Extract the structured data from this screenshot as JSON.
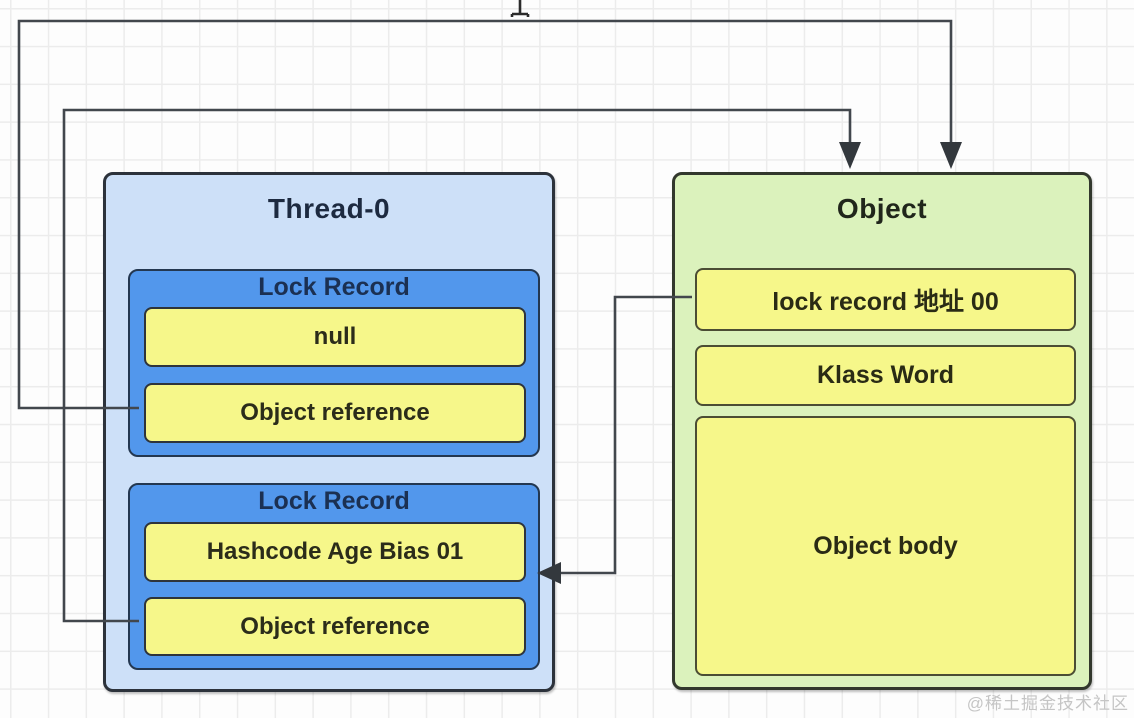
{
  "diagram": {
    "thread": {
      "title": "Thread-0",
      "records": [
        {
          "title": "Lock Record",
          "rows": [
            "null",
            "Object reference"
          ]
        },
        {
          "title": "Lock Record",
          "rows": [
            "Hashcode Age Bias 01",
            "Object reference"
          ]
        }
      ]
    },
    "object": {
      "title": "Object",
      "rows": [
        "lock record 地址 00",
        "Klass Word",
        "Object body"
      ]
    },
    "colors": {
      "thread_fill": "#cde0f8",
      "record_fill": "#5297ec",
      "cell_fill": "#f6f78a",
      "object_fill": "#dbf2bc",
      "connector": "#42474d"
    }
  },
  "watermark": "@稀土掘金技术社区"
}
